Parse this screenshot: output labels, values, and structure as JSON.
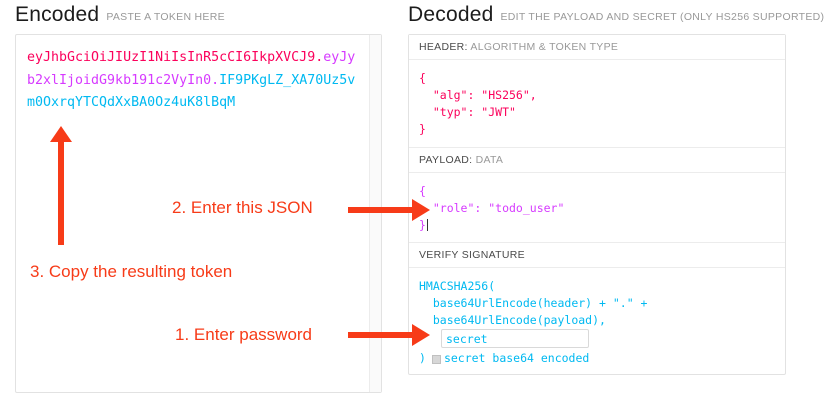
{
  "encoded": {
    "title": "Encoded",
    "subtitle": "PASTE A TOKEN HERE",
    "token": {
      "header": "eyJhbGciOiJIUzI1NiIsInR5cCI6IkpXVCJ9",
      "dot1": ".",
      "payload": "eyJyb2xlIjoidG9kb191c2VyIn0",
      "dot2": ".",
      "signature": "IF9PKgLZ_XA70Uz5vm0OxrqYTCQdXxBA0Oz4uK8lBqM"
    },
    "colors": {
      "header": "#fb015b",
      "payload": "#d63aff",
      "signature": "#00b9f1"
    }
  },
  "decoded": {
    "title": "Decoded",
    "subtitle": "EDIT THE PAYLOAD AND SECRET (ONLY HS256 SUPPORTED)",
    "sections": {
      "header": {
        "label_strong": "HEADER:",
        "label_rest": " ALGORITHM & TOKEN TYPE",
        "body": "{\n  \"alg\": \"HS256\",\n  \"typ\": \"JWT\"\n}"
      },
      "payload": {
        "label_strong": "PAYLOAD:",
        "label_rest": " DATA",
        "body": "{\n  \"role\": \"todo_user\"\n}"
      },
      "signature": {
        "label_strong": "VERIFY SIGNATURE",
        "label_rest": "",
        "line1": "HMACSHA256(",
        "line2": "  base64UrlEncode(header) + \".\" +",
        "line3": "  base64UrlEncode(payload),",
        "secret_value": "secret",
        "secret_placeholder": "secret",
        "close_paren": ")",
        "base64_label": "secret base64 encoded",
        "base64_checked": false
      }
    }
  },
  "annotations": [
    {
      "id": "anno-2",
      "text": "2. Enter this JSON"
    },
    {
      "id": "anno-3",
      "text": "3. Copy the resulting token"
    },
    {
      "id": "anno-1",
      "text": "1. Enter password"
    }
  ],
  "annotation_color": "#f73b18"
}
